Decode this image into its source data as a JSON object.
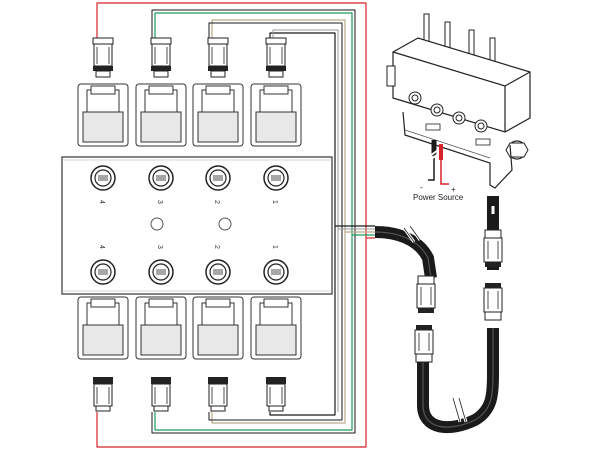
{
  "diagram": {
    "valve_numbers_top": [
      "4",
      "3",
      "2",
      "1"
    ],
    "valve_numbers_bottom": [
      "4",
      "3",
      "2",
      "1"
    ],
    "power_source_label": "Power Source",
    "minus_sign": "-",
    "plus_sign": "+",
    "wire_colors": {
      "red": "#d8232a",
      "green": "#1d9a5a",
      "tan": "#b8a98a",
      "black": "#1a1a1a",
      "gray": "#9a9a9a"
    }
  }
}
